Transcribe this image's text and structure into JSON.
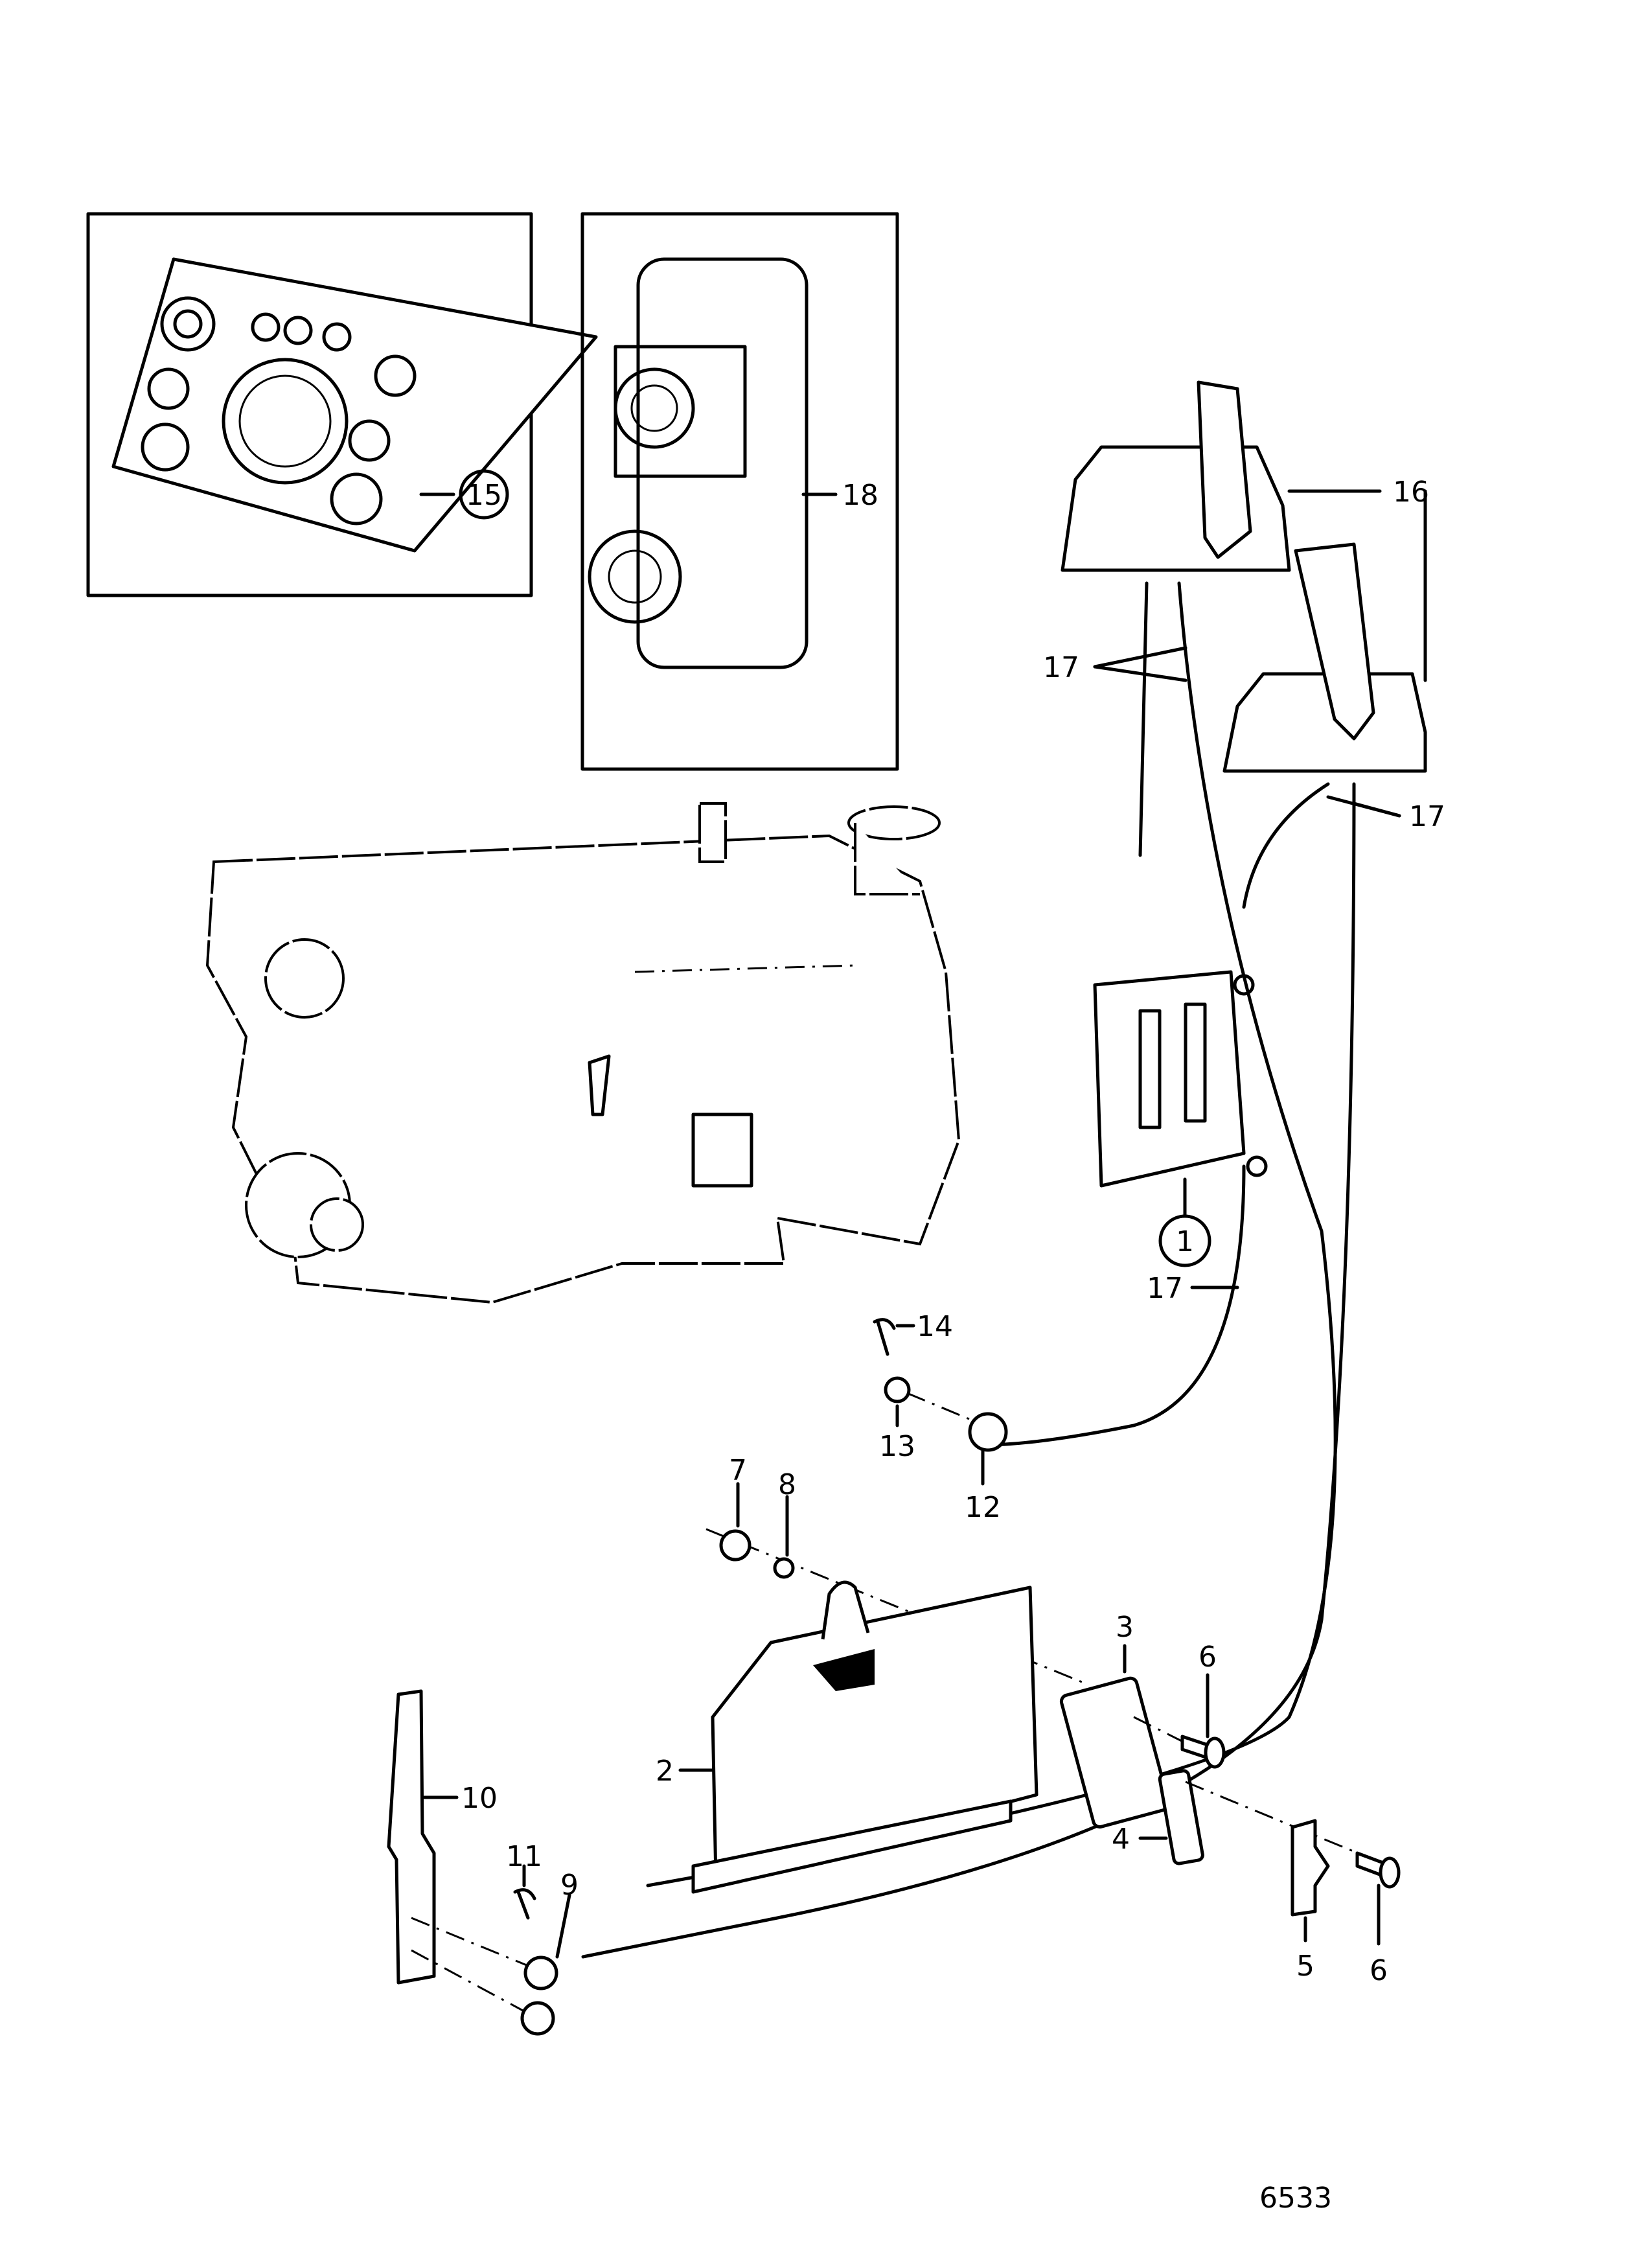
{
  "diagram": {
    "callouts": {
      "instrument_panel": "15",
      "connector_panel": "18",
      "control_lever_upper": "16",
      "control_lever_lower": "16",
      "cable_upper": "17",
      "cable_lower": "17",
      "cable_junction": "17",
      "junction_unit": "1",
      "clip_14": "14",
      "washer_13": "13",
      "ball_joint_12": "12",
      "nut_7": "7",
      "washer_8": "8",
      "plate_3": "3",
      "screw_upper": "6",
      "bracket_2": "2",
      "bar_10": "10",
      "clip_11": "11",
      "ball_joint_9": "9",
      "plate_4": "4",
      "clamp_5": "5",
      "screw_lower": "6"
    },
    "drawing_number": "6533"
  }
}
